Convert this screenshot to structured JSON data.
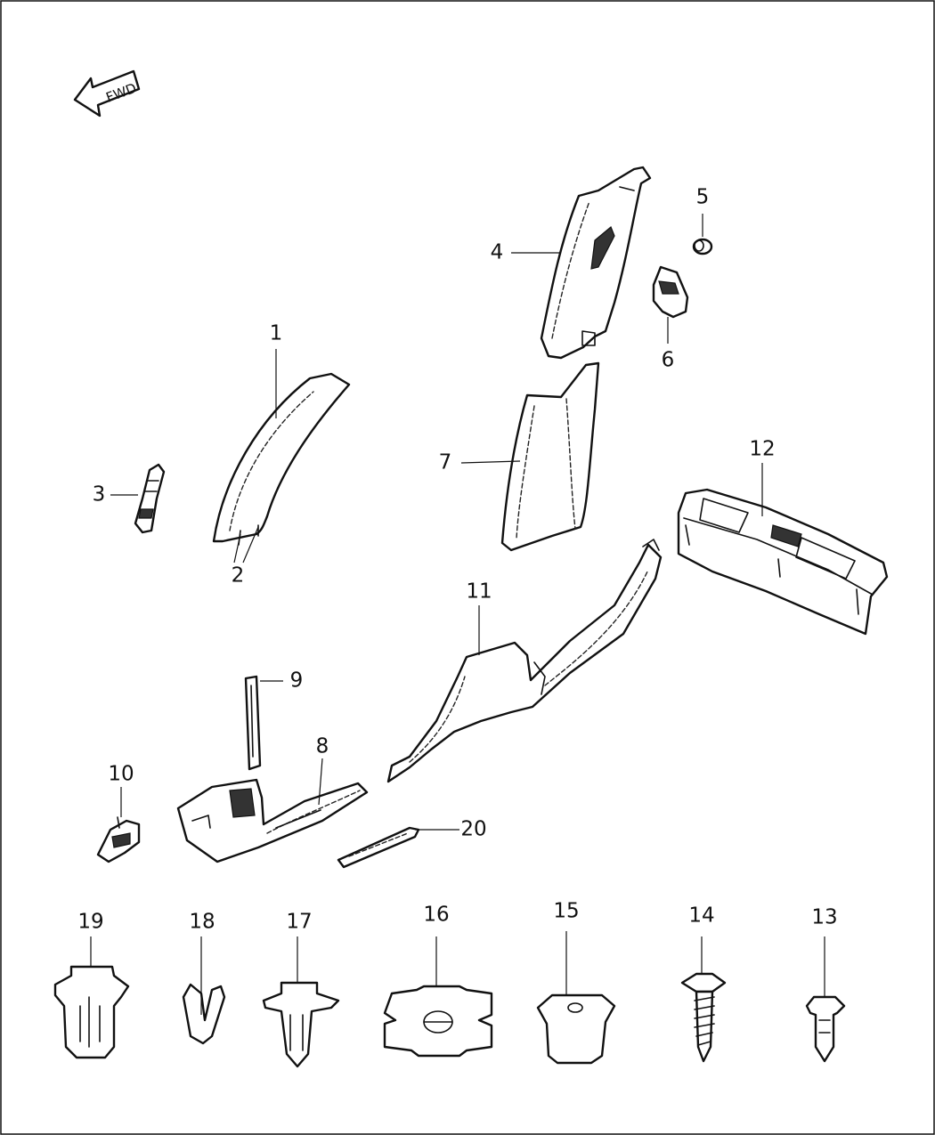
{
  "fwd_label": "FWD",
  "callouts": [
    {
      "id": "1",
      "label": "1"
    },
    {
      "id": "2",
      "label": "2"
    },
    {
      "id": "3",
      "label": "3"
    },
    {
      "id": "4",
      "label": "4"
    },
    {
      "id": "5",
      "label": "5"
    },
    {
      "id": "6",
      "label": "6"
    },
    {
      "id": "7",
      "label": "7"
    },
    {
      "id": "8",
      "label": "8"
    },
    {
      "id": "9",
      "label": "9"
    },
    {
      "id": "10",
      "label": "10"
    },
    {
      "id": "11",
      "label": "11"
    },
    {
      "id": "12",
      "label": "12"
    },
    {
      "id": "13",
      "label": "13"
    },
    {
      "id": "14",
      "label": "14"
    },
    {
      "id": "15",
      "label": "15"
    },
    {
      "id": "16",
      "label": "16"
    },
    {
      "id": "17",
      "label": "17"
    },
    {
      "id": "18",
      "label": "18"
    },
    {
      "id": "19",
      "label": "19"
    },
    {
      "id": "20",
      "label": "20"
    }
  ]
}
